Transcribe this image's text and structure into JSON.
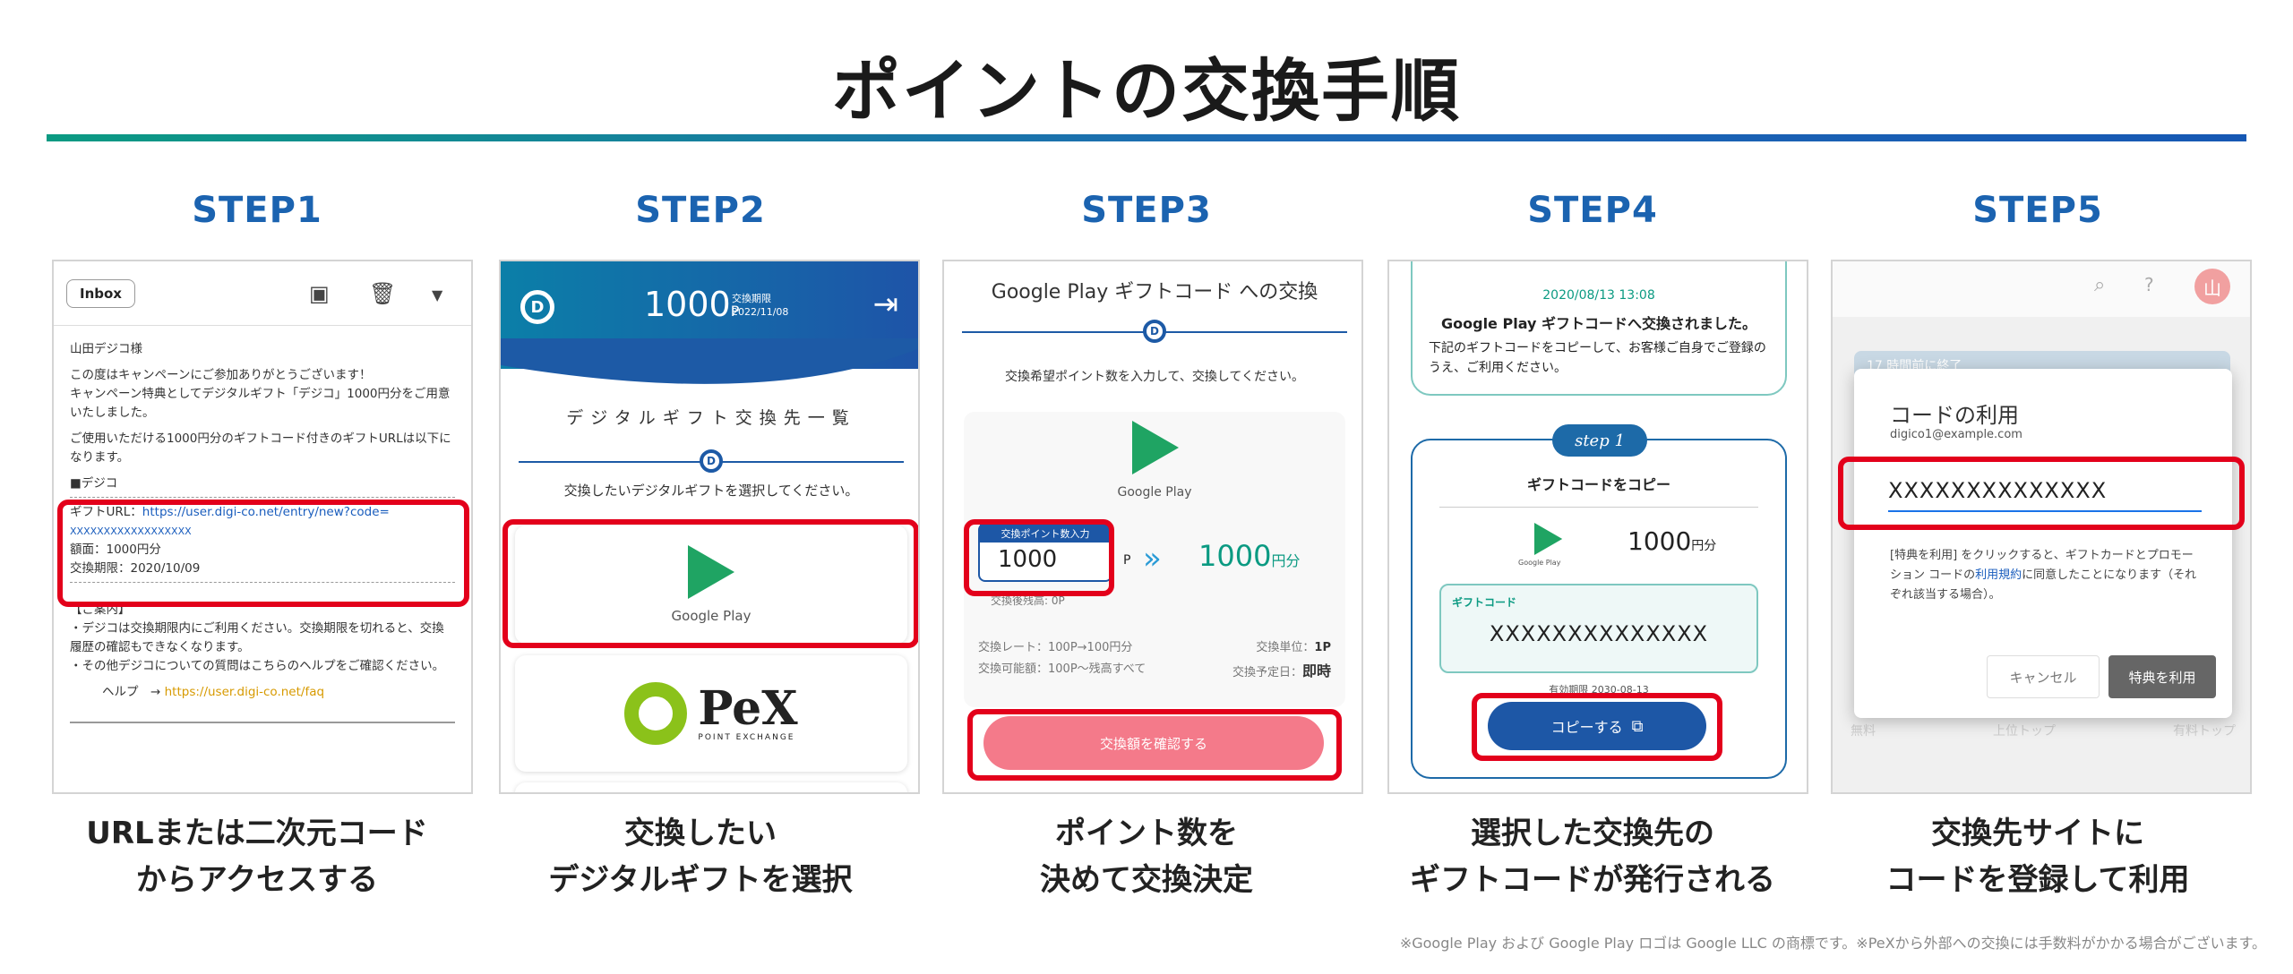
{
  "title": "ポイントの交換手順",
  "steps": [
    {
      "label": "STEP1",
      "caption1": "URLまたは二次元コード",
      "caption2": "からアクセスする"
    },
    {
      "label": "STEP2",
      "caption1": "交換したい",
      "caption2": "デジタルギフトを選択"
    },
    {
      "label": "STEP3",
      "caption1": "ポイント数を",
      "caption2": "決めて交換決定"
    },
    {
      "label": "STEP4",
      "caption1": "選択した交換先の",
      "caption2": "ギフトコードが発行される"
    },
    {
      "label": "STEP5",
      "caption1": "交換先サイトに",
      "caption2": "コードを登録して利用"
    }
  ],
  "footnote": "※Google Play および Google Play ロゴは Google LLC の商標です。※PeXから外部への交換には手数料がかかる場合がございます。",
  "email": {
    "inbox": "Inbox",
    "greeting": "山田デジコ様",
    "line1": "この度はキャンペーンにご参加ありがとうございます！",
    "line2": "キャンペーン特典としてデジタルギフト「デジコ」1000円分をご用意いたしました。",
    "line3": "ご使用いただける1000円分のギフトコード付きのギフトURLは以下になります。",
    "section": "■デジコ",
    "url_label": "ギフトURL：",
    "url": "https://user.digi-co.net/entry/new?code=",
    "code": "XXXXXXXXXXXXXXXXXX",
    "amount": "額面：1000円分",
    "expiry": "交換期限：2020/10/09",
    "notice_title": "【ご案内】",
    "notice1": "・デジコは交換期限内にご利用ください。交換期限を切れると、交換履歴の確認もできなくなります。",
    "notice2": "・その他デジコについての質問はこちらのヘルプをご確認ください。",
    "help_label": "ヘルプ　→",
    "help_url": "https://user.digi-co.net/faq"
  },
  "gift_list": {
    "points": "1000",
    "unit": "P",
    "expiry_label": "交換期限",
    "expiry": "2022/11/08",
    "heading": "デジタルギフト交換先一覧",
    "sub": "交換したいデジタルギフトを選択してください。",
    "google_play": "Google Play",
    "pex": "PeX",
    "pex_sub": "POINT EXCHANGE"
  },
  "exchange": {
    "heading": "Google Play ギフトコード への交換",
    "sub": "交換希望ポイント数を入力して、交換してください。",
    "google_play": "Google Play",
    "input_label": "交換ポイント数入力",
    "input_value": "1000",
    "p": "P",
    "result": "1000",
    "result_unit": "円分",
    "balance_label": "交換後残高:",
    "balance": "0P",
    "rate": "交換レート：100P→100円分",
    "unit_label": "交換単位：",
    "unit_value": "1P",
    "range": "交換可能額：100P〜残高すべて",
    "schedule_label": "交換予定日：",
    "schedule_value": "即時",
    "confirm_button": "交換額を確認する"
  },
  "issued": {
    "date": "2020/08/13 13:08",
    "done": "Google Play ギフトコードへ交換されました。",
    "desc": "下記のギフトコードをコピーして、お客様ご自身でご登録のうえ、ご利用ください。",
    "step_tag": "step 1",
    "copy_heading": "ギフトコードをコピー",
    "google_play": "Google Play",
    "amount": "1000",
    "amount_unit": "円分",
    "code_label": "ギフトコード",
    "code": "XXXXXXXXXXXXXX",
    "expiry": "有効期限 2030-08-13",
    "copy_button": "コピーする"
  },
  "redeem": {
    "avatar": "山",
    "bg_text": "17 時間前に終了",
    "modal_title": "コードの利用",
    "email": "digico1@example.com",
    "code": "XXXXXXXXXXXXXX",
    "terms1": "[特典を利用] をクリックすると、ギフトカードとプロモーション コードの",
    "terms_link": "利用規約",
    "terms2": "に同意したことになります（それぞれ該当する場合）。",
    "cancel": "キャンセル",
    "use": "特典を利用",
    "bg_tabs": [
      "無料",
      "上位トップ",
      "有料トップ"
    ]
  },
  "colors": {
    "accent": "#1b63b0",
    "highlight": "#e3001b",
    "teal": "#0b9a82",
    "pink": "#f47a8a"
  }
}
